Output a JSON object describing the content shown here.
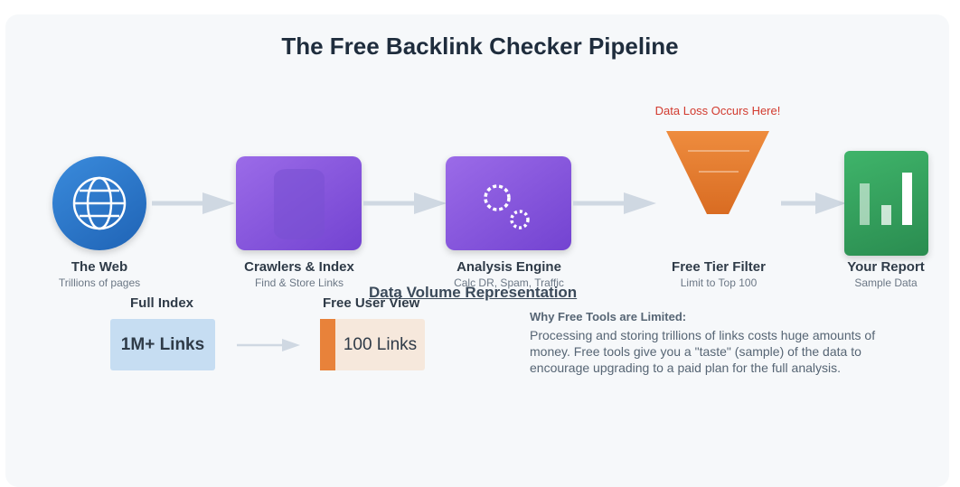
{
  "title": "The Free Backlink Checker Pipeline",
  "warning": "Data Loss Occurs Here!",
  "nodes": [
    {
      "label": "The Web",
      "sub": "Trillions of pages"
    },
    {
      "label": "Crawlers & Index",
      "sub": "Find & Store Links"
    },
    {
      "label": "Analysis Engine",
      "sub": "Calc DR, Spam, Traffic"
    },
    {
      "label": "Free Tier Filter",
      "sub": "Limit to Top 100"
    },
    {
      "label": "Your Report",
      "sub": "Sample Data"
    }
  ],
  "volume": {
    "title": "Data Volume Representation",
    "full_head": "Full Index",
    "full_value": "1M+ Links",
    "free_head": "Free User View",
    "free_value": "100 Links"
  },
  "why": {
    "heading": "Why Free Tools are Limited:",
    "body": "Processing and storing trillions of links costs huge amounts of money. Free tools give you a \"taste\" (sample) of the data to encourage upgrading to a paid plan for the full analysis."
  },
  "colors": {
    "globe": "#2c74c9",
    "purple": "#8455dd",
    "funnel": "#e07a30",
    "report": "#36a25e",
    "warning": "#d23a2e"
  },
  "icons": [
    "globe-icon",
    "database-icon",
    "gears-icon",
    "funnel-icon",
    "bar-chart-icon"
  ]
}
